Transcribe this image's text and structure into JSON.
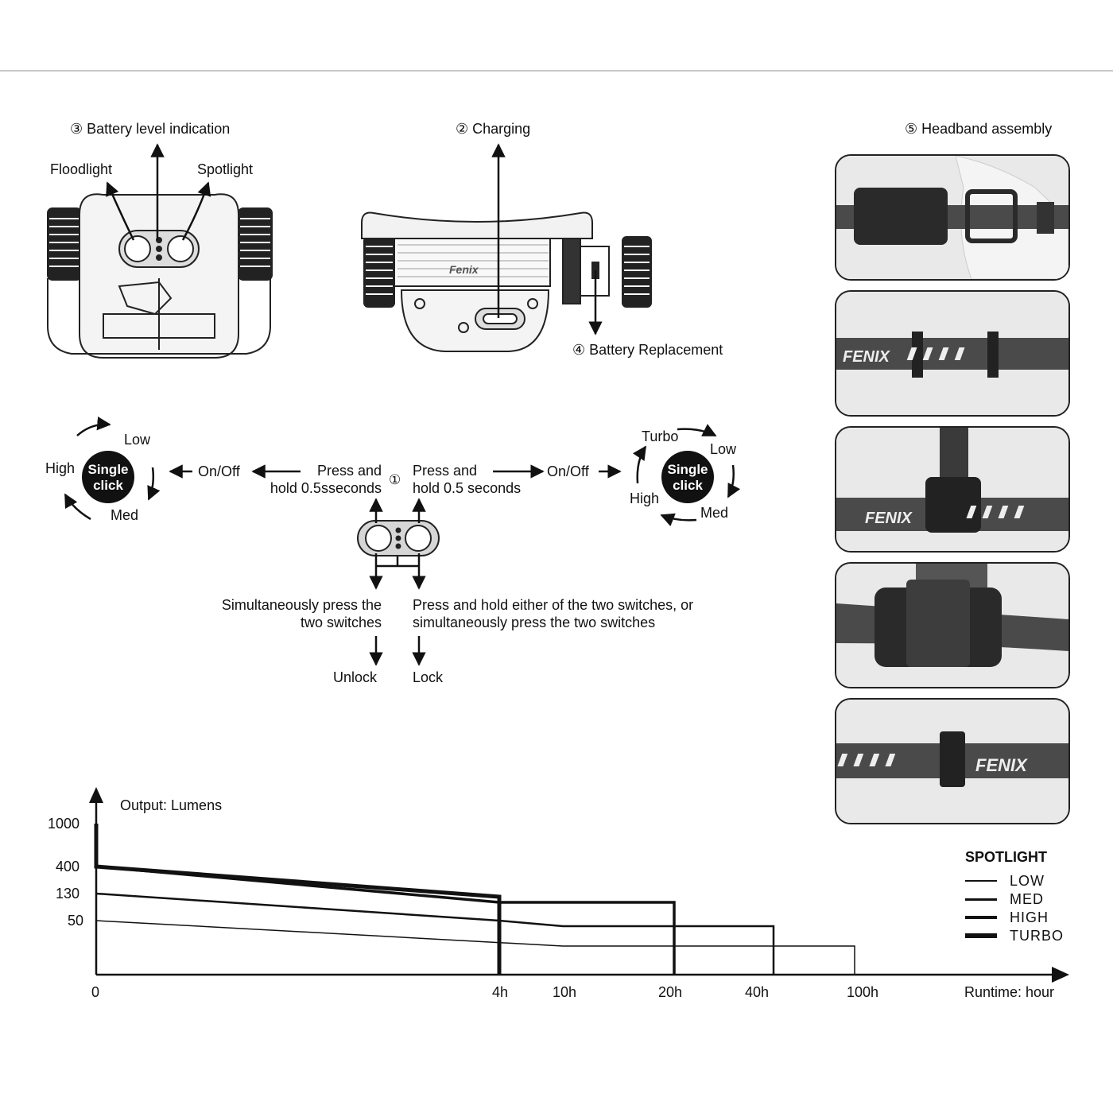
{
  "labels": {
    "battery_level": "③ Battery level indication",
    "floodlight": "Floodlight",
    "spotlight": "Spotlight",
    "charging": "② Charging",
    "battery_replacement": "④ Battery Replacement",
    "headband_assembly": "⑤ Headband assembly",
    "brand": "Fenix",
    "brand_strap": "FENIX"
  },
  "left_cycle": {
    "center": "Single click",
    "center_line1": "Single",
    "center_line2": "click",
    "low": "Low",
    "high": "High",
    "med": "Med"
  },
  "right_cycle": {
    "center_line1": "Single",
    "center_line2": "click",
    "turbo": "Turbo",
    "low": "Low",
    "high": "High",
    "med": "Med"
  },
  "controls": {
    "left_onoff": "On/Off",
    "left_press_line1": "Press and",
    "left_press_line2": "hold 0.5sseconds",
    "marker": "①",
    "right_press_line1": "Press and",
    "right_press_line2": "hold 0.5 seconds",
    "right_onoff": "On/Off",
    "simul_line1": "Simultaneously press the",
    "simul_line2": "two switches",
    "lock_line1": "Press and hold either of the two switches, or",
    "lock_line2": "simultaneously press the two switches",
    "unlock": "Unlock",
    "lock": "Lock"
  },
  "chart_data": {
    "type": "line",
    "ylabel": "Output: Lumens",
    "xlabel": "Runtime: hour",
    "y_ticks": [
      "1000",
      "400",
      "130",
      "50"
    ],
    "x_ticks": [
      "0",
      "4h",
      "10h",
      "20h",
      "40h",
      "100h"
    ],
    "legend_title": "SPOTLIGHT",
    "series": [
      {
        "name": "LOW",
        "points": [
          [
            "0",
            50
          ],
          [
            "10h",
            25
          ],
          [
            "100h",
            25
          ],
          [
            "100h",
            0
          ]
        ]
      },
      {
        "name": "MED",
        "points": [
          [
            "0",
            130
          ],
          [
            "4h",
            50
          ],
          [
            "10h",
            45
          ],
          [
            "40h",
            45
          ],
          [
            "40h",
            0
          ]
        ]
      },
      {
        "name": "HIGH",
        "points": [
          [
            "0",
            400
          ],
          [
            "4h",
            100
          ],
          [
            "20h",
            100
          ],
          [
            "20h",
            0
          ]
        ]
      },
      {
        "name": "TURBO",
        "points": [
          [
            "0",
            1000
          ],
          [
            "0",
            400
          ],
          [
            "4h",
            110
          ],
          [
            "4h",
            0
          ]
        ]
      }
    ]
  },
  "colors": {
    "ink": "#111111",
    "photo_bg": "#e3e3e3",
    "strap": "#4a4a4a"
  }
}
